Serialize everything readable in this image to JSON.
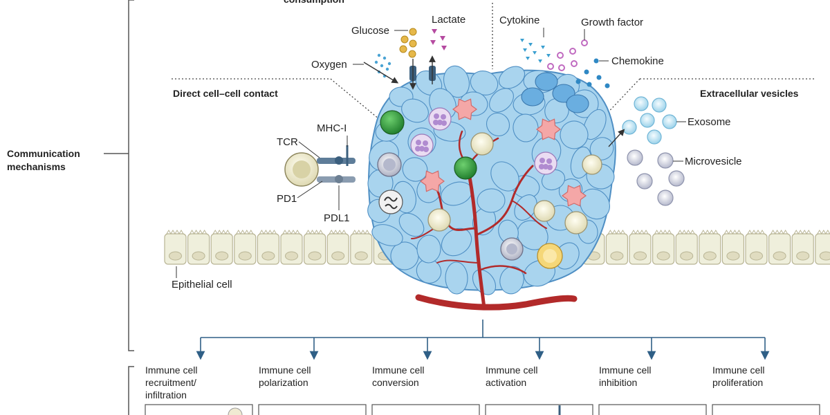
{
  "left_group": {
    "line1": "Communication",
    "line2": "mechanisms"
  },
  "top_heading_fragment": "consumption",
  "section_headers": {
    "direct_contact": "Direct cell–cell contact",
    "extracellular_vesicles": "Extracellular vesicles"
  },
  "labels": {
    "glucose": "Glucose",
    "lactate": "Lactate",
    "oxygen": "Oxygen",
    "cytokine": "Cytokine",
    "growth_factor": "Growth factor",
    "chemokine": "Chemokine",
    "tcr": "TCR",
    "mhc_i": "MHC-I",
    "pd1": "PD1",
    "pdl1": "PDL1",
    "exosome": "Exosome",
    "microvesicle": "Microvesicle",
    "epithelial_cell": "Epithelial cell"
  },
  "outcomes": [
    {
      "l1": "Immune cell",
      "l2": "recruitment/",
      "l3": "infiltration"
    },
    {
      "l1": "Immune cell",
      "l2": "polarization",
      "l3": ""
    },
    {
      "l1": "Immune cell",
      "l2": "conversion",
      "l3": ""
    },
    {
      "l1": "Immune cell",
      "l2": "activation",
      "l3": ""
    },
    {
      "l1": "Immune cell",
      "l2": "inhibition",
      "l3": ""
    },
    {
      "l1": "Immune cell",
      "l2": "proliferation",
      "l3": ""
    }
  ],
  "colors": {
    "tumor_cell": "#a9d4ee",
    "tumor_edge": "#4f8fc4",
    "vessel": "#b22a2a",
    "epithelium": "#efefdc",
    "t_cell": "#2f9a3a",
    "exosome": "#bfe6f5",
    "microvesicle": "#c9cbd8"
  }
}
